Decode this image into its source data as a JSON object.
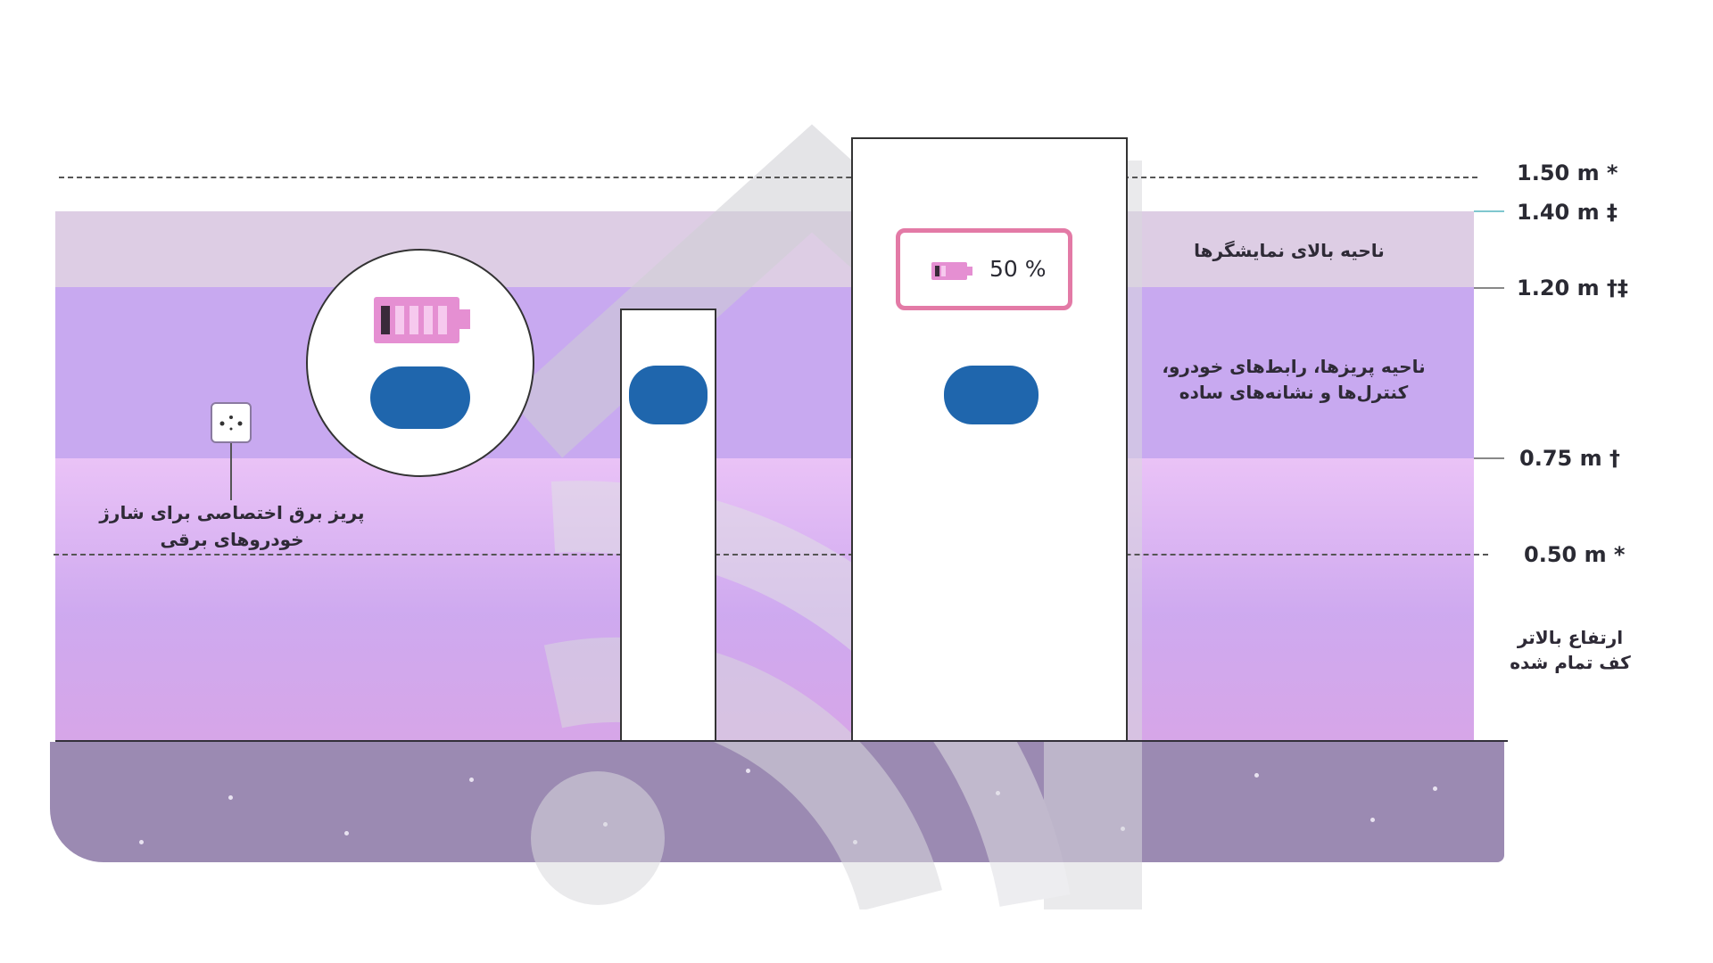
{
  "heights": [
    {
      "label": "1.50 m *"
    },
    {
      "label": "1.40 m ‡"
    },
    {
      "label": "1.20 m †‡"
    },
    {
      "label": "0.75 m †"
    },
    {
      "label": "0.50 m *"
    }
  ],
  "zones": {
    "top_label": "ناحیه بالای نمایشگرها",
    "middle_label_line1": "ناحیه پریزها، رابط‌های خودرو،",
    "middle_label_line2": "کنترل‌ها و نشانه‌های ساده",
    "right_note_line1": "ارتفاع بالاتر",
    "right_note_line2": "کف تمام شده"
  },
  "socket": {
    "label_line1": "پریز برق اختصاصی برای شارژ",
    "label_line2": "خودروهای برقی"
  },
  "display": {
    "value": "50 %"
  },
  "colors": {
    "button_blue": "#1f66ad",
    "battery_pink": "#e37aa6",
    "zone_purple": "#c3a2ef"
  }
}
